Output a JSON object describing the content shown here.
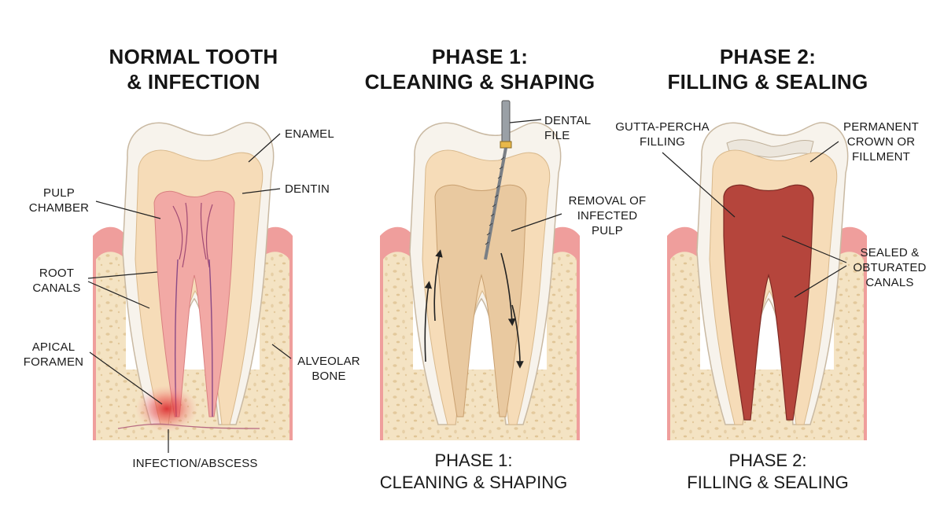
{
  "panels": [
    {
      "title": "NORMAL TOOTH\n& INFECTION",
      "caption": "INFECTION/ABSCESS",
      "labels": {
        "enamel": "ENAMEL",
        "dentin": "DENTIN",
        "pulp_chamber": "PULP\nCHAMBER",
        "root_canals": "ROOT\nCANALS",
        "apical_foramen": "APICAL\nFORAMEN",
        "alveolar_bone": "ALVEOLAR\nBONE"
      }
    },
    {
      "title": "PHASE 1:\nCLEANING & SHAPING",
      "caption": "PHASE 1:\nCLEANING & SHAPING",
      "labels": {
        "dental_file": "DENTAL\nFILE",
        "removal": "REMOVAL OF\nINFECTED\nPULP"
      }
    },
    {
      "title": "PHASE 2:\nFILLING & SEALING",
      "caption": "PHASE 2:\nFILLING & SEALING",
      "labels": {
        "gutta_percha": "GUTTA-PERCHA\nFILLING",
        "crown": "PERMANENT\nCROWN OR\nFILLMENT",
        "sealed": "SEALED &\nOBTURATED\nCANALS"
      }
    }
  ],
  "colors": {
    "enamel": "#f7f3ec",
    "dentin": "#f6dcb8",
    "pulp": "#f2a9a5",
    "pulp_cleaned": "#e9c9a0",
    "gutta_percha": "#b5453c",
    "gum": "#ef9e9c",
    "bone": "#f4e3c3",
    "infection": "#d9262a"
  }
}
